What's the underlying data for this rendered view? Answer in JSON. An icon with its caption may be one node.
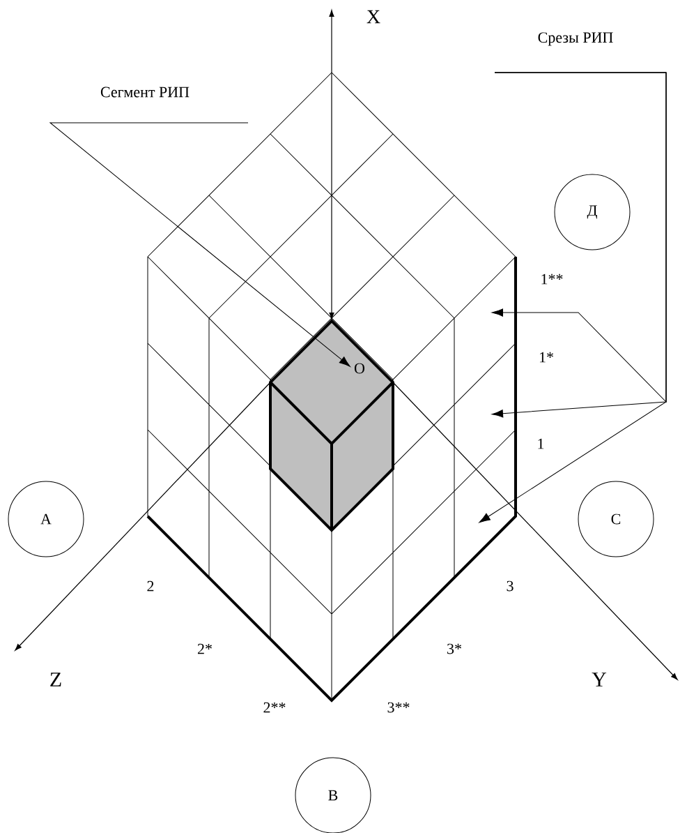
{
  "diagram": {
    "nodes": [
      {
        "text": [
          "Срезы РИП"
        ]
      },
      {
        "text": [
          "Сегмент РИП"
        ]
      },
      {
        "text": [
          "Д"
        ]
      },
      {
        "text": [
          "O"
        ]
      },
      {
        "text": [
          "А"
        ]
      },
      {
        "text": [
          "С"
        ]
      },
      {
        "text": [
          "В"
        ]
      }
    ],
    "edges": [
      {
        "from": 1,
        "to": 3,
        "arrow": "to"
      },
      {
        "from": 0,
        "to": null,
        "arrow": "to"
      },
      {
        "from": 0,
        "to": null,
        "arrow": "to"
      },
      {
        "from": 0,
        "to": null,
        "arrow": "to"
      }
    ],
    "labels": [
      "X",
      "1**",
      "1*",
      "1",
      "2",
      "3",
      "2*",
      "3*",
      "Z",
      "Y",
      "2**",
      "3**"
    ]
  }
}
